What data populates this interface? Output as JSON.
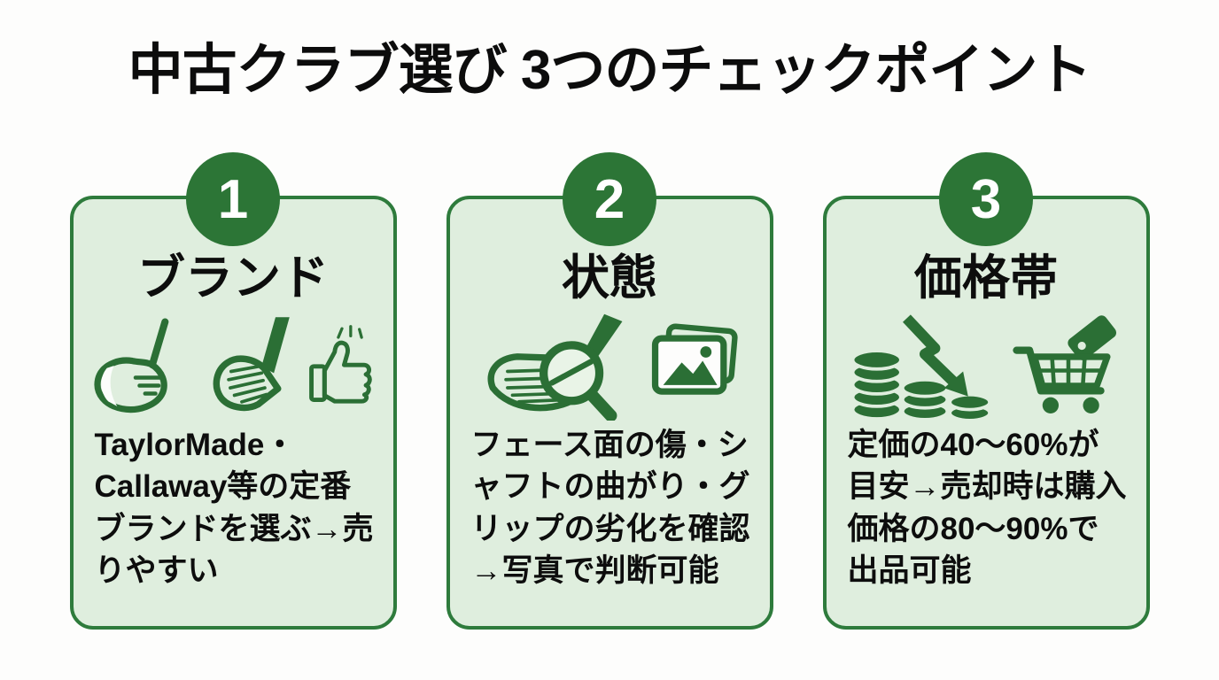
{
  "page": {
    "title": "中古クラブ選び 3つのチェックポイント"
  },
  "colors": {
    "background": "#fdfdfc",
    "card_fill": "#dfeede",
    "card_border": "#2e7b3c",
    "circle_fill": "#2c7536",
    "icon_green": "#2b6f35",
    "text": "#101010",
    "number_text": "#ffffff"
  },
  "cards": [
    {
      "number": "1",
      "title": "ブランド",
      "icons": [
        "golf-driver-icon",
        "golf-iron-icon",
        "thumbs-up-icon"
      ],
      "body": "TaylorMade・Callaway等の定番ブランドを選ぶ→売りやすい"
    },
    {
      "number": "2",
      "title": "状態",
      "icons": [
        "club-face-magnifier-icon",
        "photo-stack-icon"
      ],
      "body": "フェース面の傷・シャフトの曲がり・グリップの劣化を確認→写真で判断可能"
    },
    {
      "number": "3",
      "title": "価格帯",
      "icons": [
        "coin-stacks-down-arrow-icon",
        "cart-price-tag-icon"
      ],
      "body": "定価の40〜60%が目安→売却時は購入価格の80〜90%で出品可能"
    }
  ]
}
